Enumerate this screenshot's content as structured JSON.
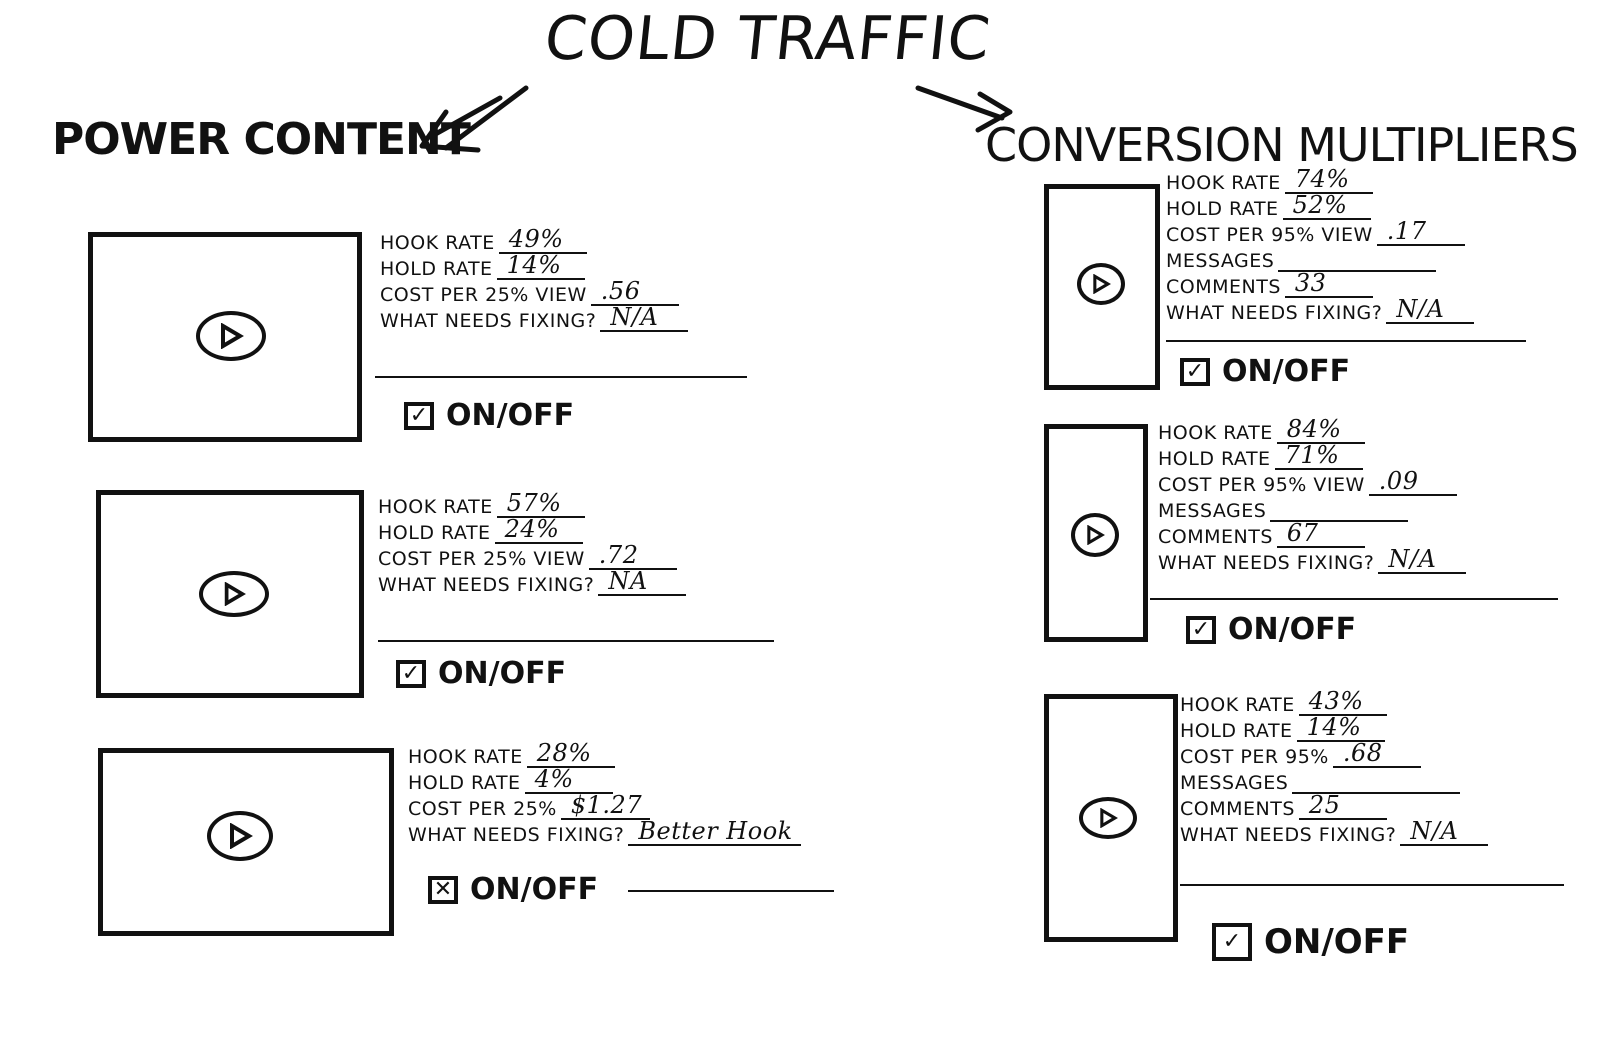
{
  "title": "COLD TRAFFIC",
  "sections": {
    "left": {
      "title": "POWER CONTENT",
      "cards": [
        {
          "metrics": [
            {
              "label": "HOOK RATE",
              "value": "49%"
            },
            {
              "label": "HOLD RATE",
              "value": "14%"
            },
            {
              "label": "COST PER 25% VIEW",
              "value": ".56"
            },
            {
              "label": "WHAT NEEDS FIXING?",
              "value": "N/A"
            }
          ],
          "toggle": {
            "label": "ON/OFF",
            "mark": "✓"
          }
        },
        {
          "metrics": [
            {
              "label": "HOOK RATE",
              "value": "57%"
            },
            {
              "label": "HOLD RATE",
              "value": "24%"
            },
            {
              "label": "COST PER 25% VIEW",
              "value": ".72"
            },
            {
              "label": "WHAT NEEDS FIXING?",
              "value": "NA"
            }
          ],
          "toggle": {
            "label": "ON/OFF",
            "mark": "✓"
          }
        },
        {
          "metrics": [
            {
              "label": "Hook RATE",
              "value": "28%"
            },
            {
              "label": "HOLD RATE",
              "value": "4%"
            },
            {
              "label": "COST PER 25%",
              "value": "$1.27"
            },
            {
              "label": "WHAT NEEDS FIXING?",
              "value": "Better Hook"
            }
          ],
          "toggle": {
            "label": "ON/OFF",
            "mark": "✕"
          }
        }
      ]
    },
    "right": {
      "title": "CONVERSION MULTIPLIERS",
      "cards": [
        {
          "metrics": [
            {
              "label": "HOOK RATE",
              "value": "74%"
            },
            {
              "label": "HOLD RATE",
              "value": "52%"
            },
            {
              "label": "COST PER 95% VIEW",
              "value": ".17"
            },
            {
              "label": "MESSAGES",
              "value": ""
            },
            {
              "label": "COMMENTS",
              "value": "33"
            },
            {
              "label": "WHAT NEEDS FIXING?",
              "value": "N/A"
            }
          ],
          "toggle": {
            "label": "ON/OFF",
            "mark": "✓"
          }
        },
        {
          "metrics": [
            {
              "label": "HOOK RATE",
              "value": "84%"
            },
            {
              "label": "HOLD RATE",
              "value": "71%"
            },
            {
              "label": "COST PER 95% VIEW",
              "value": ".09"
            },
            {
              "label": "MESSAGES",
              "value": ""
            },
            {
              "label": "COMMENTS",
              "value": "67"
            },
            {
              "label": "WHAT NEEDS FIXING?",
              "value": "N/A"
            }
          ],
          "toggle": {
            "label": "ON/OFF",
            "mark": "✓"
          }
        },
        {
          "metrics": [
            {
              "label": "HOOK RATE",
              "value": "43%"
            },
            {
              "label": "HOLD RATE",
              "value": "14%"
            },
            {
              "label": "COST PER 95%",
              "value": ".68"
            },
            {
              "label": "MESSAGES",
              "value": ""
            },
            {
              "label": "COMMENTS",
              "value": "25"
            },
            {
              "label": "WHAT NEEDS FIXING?",
              "value": "N/A"
            }
          ],
          "toggle": {
            "label": "ON/OFF",
            "mark": "✓"
          }
        }
      ]
    }
  },
  "icons": {
    "video_thumbnail": "play-icon",
    "flow_arrows": "arrow-icon"
  }
}
